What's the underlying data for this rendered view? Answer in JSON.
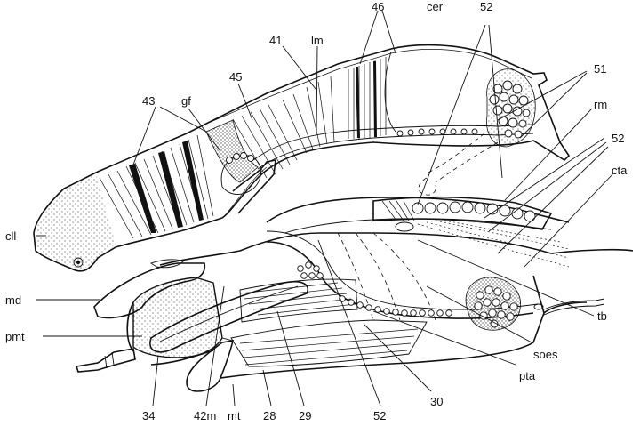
{
  "labels": {
    "l43": "43",
    "gf": "gf",
    "l45": "45",
    "l41": "41",
    "lm": "lm",
    "l46": "46",
    "cer": "cer",
    "l52_top": "52",
    "l51": "51",
    "rm": "rm",
    "l52_right": "52",
    "cta": "cta",
    "cll": "cll",
    "md": "md",
    "pmt": "pmt",
    "tb": "tb",
    "soes": "soes",
    "pta": "pta",
    "l34": "34",
    "l42m": "42m",
    "mt": "mt",
    "l28": "28",
    "l29": "29",
    "l52_bottom": "52",
    "l30": "30"
  },
  "colors": {
    "ink": "#111111",
    "paper": "#ffffff"
  }
}
